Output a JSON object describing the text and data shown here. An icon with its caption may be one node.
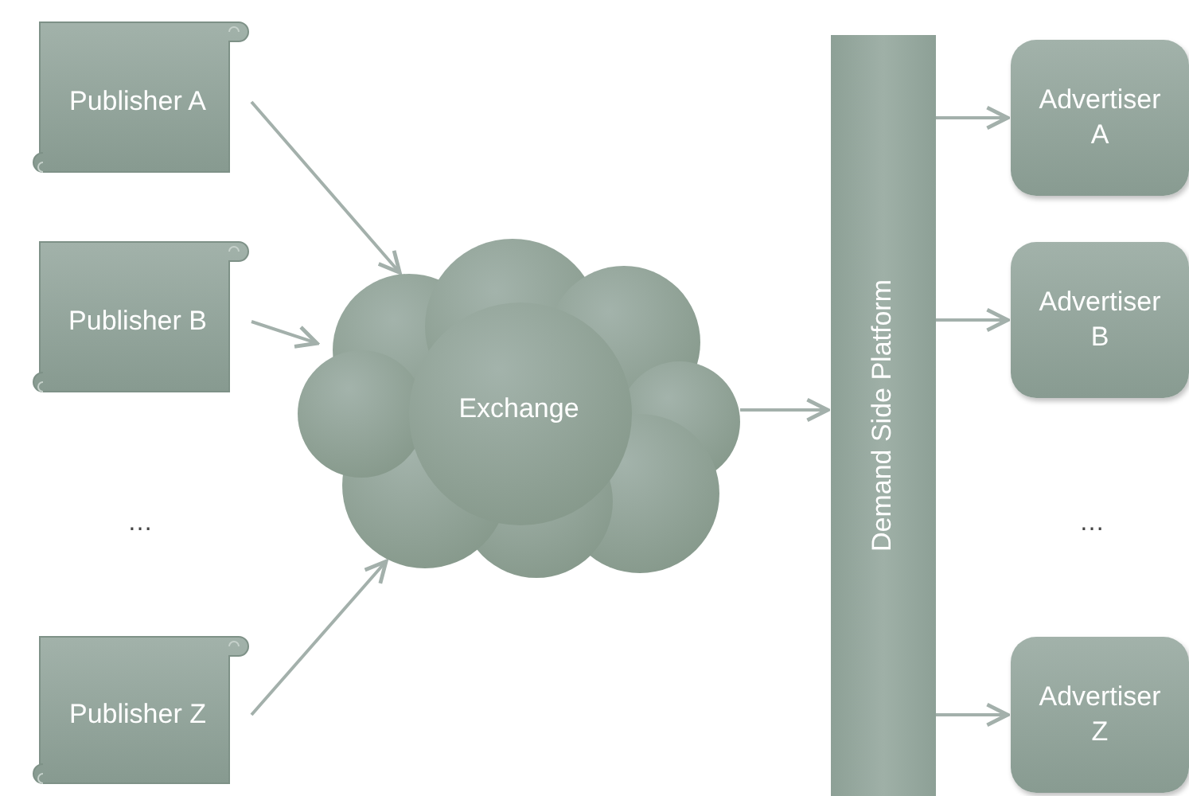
{
  "diagram": {
    "nodes": [
      {
        "text": [
          "Publisher A"
        ]
      },
      {
        "text": [
          "Publisher B"
        ]
      },
      {
        "text": [
          "Publisher Z"
        ]
      },
      {
        "text": [
          "Exchange"
        ]
      },
      {
        "text": [
          "Demand Side Platform"
        ]
      },
      {
        "text": [
          "Advertiser A"
        ]
      },
      {
        "text": [
          "Advertiser B"
        ]
      },
      {
        "text": [
          "Advertiser Z"
        ]
      }
    ],
    "edges": [
      {
        "from": 0,
        "to": 3,
        "arrow": "to"
      },
      {
        "from": 1,
        "to": 3,
        "arrow": "to"
      },
      {
        "from": 2,
        "to": 3,
        "arrow": "to"
      },
      {
        "from": 3,
        "to": 4,
        "arrow": "to"
      },
      {
        "from": 4,
        "to": 5,
        "arrow": "to"
      },
      {
        "from": 4,
        "to": 6,
        "arrow": "to"
      },
      {
        "from": 4,
        "to": 7,
        "arrow": "to"
      }
    ],
    "labels": [
      "…",
      "…"
    ]
  }
}
